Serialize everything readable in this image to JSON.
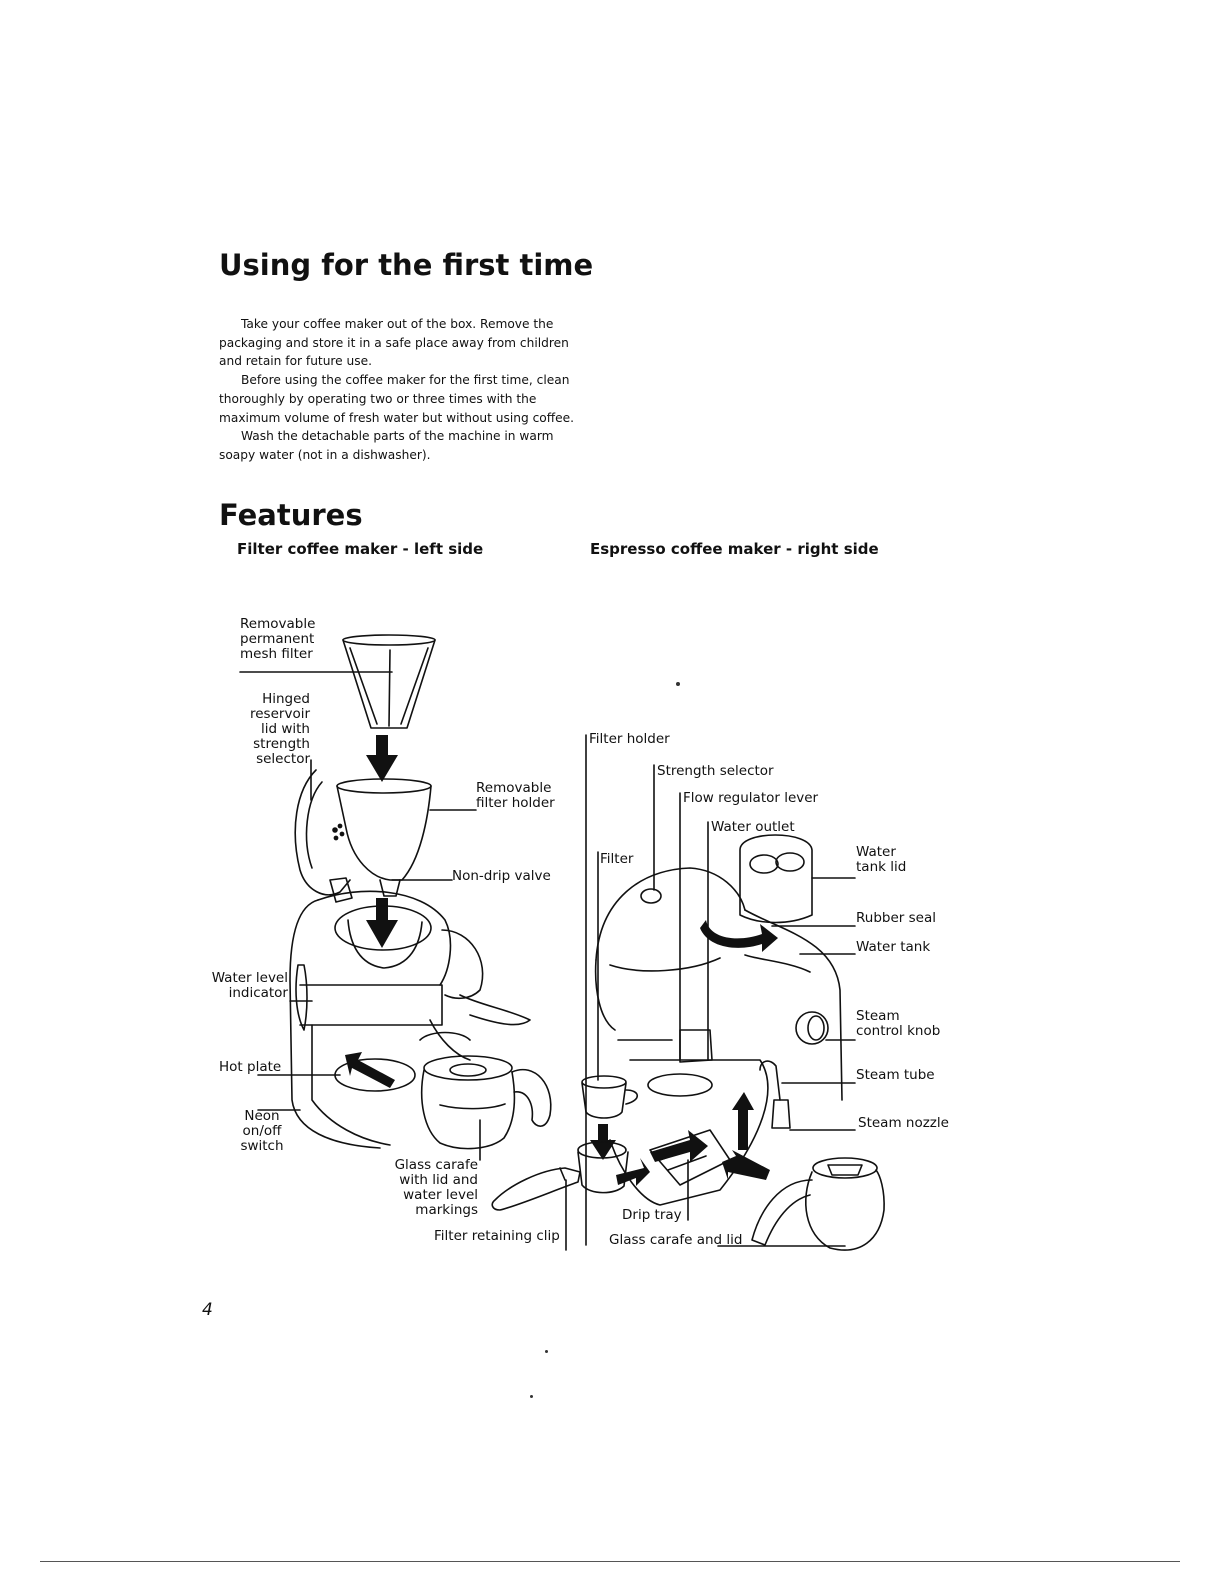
{
  "heading_first_use": "Using for the first time",
  "intro_paragraphs": [
    "Take your coffee maker out of the box. Remove the packaging and store it in a safe place away from children and retain for future use.",
    "Before using the coffee maker for the first time, clean thoroughly by operating two or three times with the maximum volume of fresh water but without using coffee.",
    "Wash the detachable parts of the machine in warm soapy water (not in a dishwasher)."
  ],
  "heading_features": "Features",
  "left_title": "Filter coffee maker - left side",
  "right_title": "Espresso coffee maker - right side",
  "left_labels": {
    "mesh_filter": "Removable\npermanent\nmesh filter",
    "reservoir_lid": "Hinged\nreservoir\nlid with\nstrength\nselector",
    "filter_holder": "Removable\nfilter holder",
    "non_drip": "Non-drip valve",
    "water_level": "Water level\nindicator",
    "hot_plate": "Hot plate",
    "neon_switch": "Neon\non/off\nswitch",
    "glass_carafe": "Glass carafe\nwith lid and\nwater level\nmarkings",
    "retaining_clip": "Filter retaining clip"
  },
  "right_labels": {
    "filter_holder": "Filter holder",
    "strength_selector": "Strength selector",
    "flow_lever": "Flow regulator lever",
    "water_outlet": "Water outlet",
    "filter": "Filter",
    "tank_lid": "Water\ntank lid",
    "rubber_seal": "Rubber seal",
    "water_tank": "Water tank",
    "steam_knob": "Steam\ncontrol knob",
    "steam_tube": "Steam tube",
    "steam_nozzle": "Steam nozzle",
    "drip_tray": "Drip tray",
    "carafe_lid": "Glass carafe and lid"
  },
  "page_number": "4"
}
